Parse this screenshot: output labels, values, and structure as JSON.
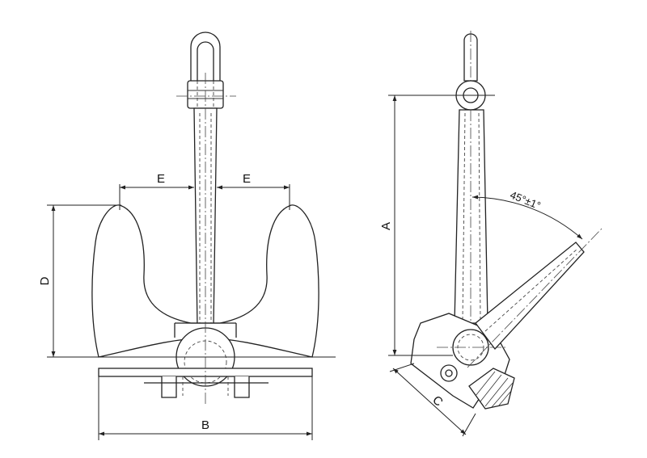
{
  "labels": {
    "e_left": "E",
    "e_right": "E",
    "d": "D",
    "b": "B",
    "a": "A",
    "c": "C",
    "angle": "45°±1°"
  }
}
